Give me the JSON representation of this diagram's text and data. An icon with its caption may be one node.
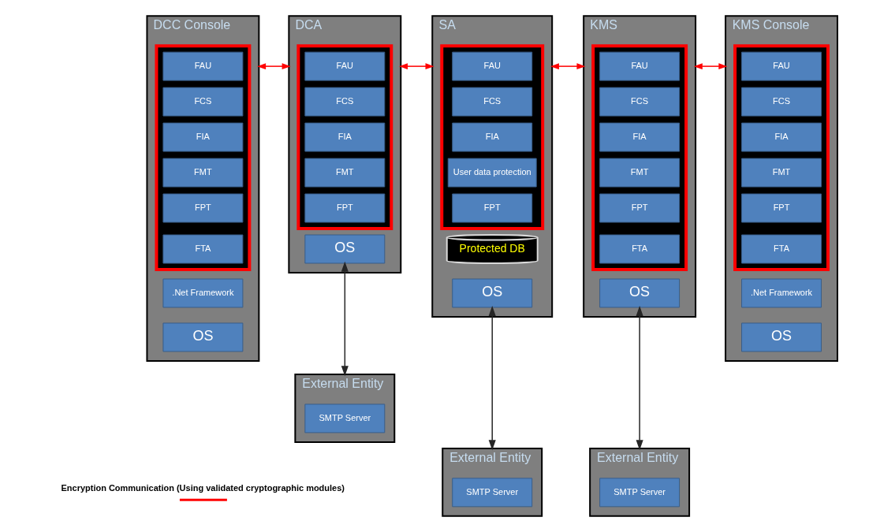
{
  "diagram": {
    "nodes": [
      {
        "text": [
          "DCC Console"
        ]
      },
      {
        "text": [],
        "shape": "box",
        "in": 0
      },
      {
        "text": [
          "FAU"
        ],
        "in": 1
      },
      {
        "text": [
          "FCS"
        ],
        "in": 1
      },
      {
        "text": [
          "FIA"
        ],
        "in": 1
      },
      {
        "text": [
          "FMT"
        ],
        "in": 1
      },
      {
        "text": [
          "FPT"
        ],
        "in": 1
      },
      {
        "text": [
          "FTA"
        ],
        "in": 1
      },
      {
        "text": [
          ".Net Framework"
        ],
        "in": 0
      },
      {
        "text": [
          "OS"
        ],
        "in": 0
      },
      {
        "text": [
          "DCA"
        ]
      },
      {
        "text": [],
        "shape": "box",
        "in": 10
      },
      {
        "text": [
          "FAU"
        ],
        "in": 11
      },
      {
        "text": [
          "FCS"
        ],
        "in": 11
      },
      {
        "text": [
          "FIA"
        ],
        "in": 11
      },
      {
        "text": [
          "FMT"
        ],
        "in": 11
      },
      {
        "text": [
          "FPT"
        ],
        "in": 11
      },
      {
        "text": [
          "OS"
        ],
        "in": 10
      },
      {
        "text": [
          "SA"
        ]
      },
      {
        "text": [],
        "shape": "box",
        "in": 18
      },
      {
        "text": [
          "FAU"
        ],
        "in": 19
      },
      {
        "text": [
          "FCS"
        ],
        "in": 19
      },
      {
        "text": [
          "FIA"
        ],
        "in": 19
      },
      {
        "text": [
          "User data protection"
        ],
        "in": 19
      },
      {
        "text": [
          "FPT"
        ],
        "in": 19
      },
      {
        "text": [
          "Protected DB"
        ],
        "in": 18
      },
      {
        "text": [
          "OS"
        ],
        "in": 18
      },
      {
        "text": [
          "KMS"
        ]
      },
      {
        "text": [],
        "shape": "box",
        "in": 27
      },
      {
        "text": [
          "FAU"
        ],
        "in": 28
      },
      {
        "text": [
          "FCS"
        ],
        "in": 28
      },
      {
        "text": [
          "FIA"
        ],
        "in": 28
      },
      {
        "text": [
          "FMT"
        ],
        "in": 28
      },
      {
        "text": [
          "FPT"
        ],
        "in": 28
      },
      {
        "text": [
          "FTA"
        ],
        "in": 28
      },
      {
        "text": [
          "OS"
        ],
        "in": 27
      },
      {
        "text": [
          "KMS Console"
        ]
      },
      {
        "text": [],
        "shape": "box",
        "in": 36
      },
      {
        "text": [
          "FAU"
        ],
        "in": 37
      },
      {
        "text": [
          "FCS"
        ],
        "in": 37
      },
      {
        "text": [
          "FIA"
        ],
        "in": 37
      },
      {
        "text": [
          "FMT"
        ],
        "in": 37
      },
      {
        "text": [
          "FPT"
        ],
        "in": 37
      },
      {
        "text": [
          "FTA"
        ],
        "in": 37
      },
      {
        "text": [
          ".Net Framework"
        ],
        "in": 36
      },
      {
        "text": [
          "OS"
        ],
        "in": 36
      },
      {
        "text": [
          "External Entity"
        ]
      },
      {
        "text": [
          "SMTP Server"
        ],
        "in": 46
      },
      {
        "text": [
          "External Entity"
        ]
      },
      {
        "text": [
          "SMTP Server"
        ],
        "in": 48
      },
      {
        "text": [
          "External Entity"
        ]
      },
      {
        "text": [
          "SMTP Server"
        ],
        "in": 50
      }
    ],
    "edges": [
      {
        "from": 0,
        "to": 10,
        "arrow": "both",
        "color": "#ff0000"
      },
      {
        "from": 10,
        "to": 18,
        "arrow": "both",
        "color": "#ff0000"
      },
      {
        "from": 18,
        "to": 27,
        "arrow": "both",
        "color": "#ff0000"
      },
      {
        "from": 27,
        "to": 36,
        "arrow": "both",
        "color": "#ff0000"
      },
      {
        "from": 17,
        "to": 46,
        "arrow": "both",
        "color": "#262626"
      },
      {
        "from": 26,
        "to": 48,
        "arrow": "both",
        "color": "#262626"
      },
      {
        "from": 35,
        "to": 50,
        "arrow": "both",
        "color": "#262626"
      }
    ],
    "legend": [
      {
        "text": "Encryption Communication (Using validated cryptographic modules)"
      }
    ]
  }
}
